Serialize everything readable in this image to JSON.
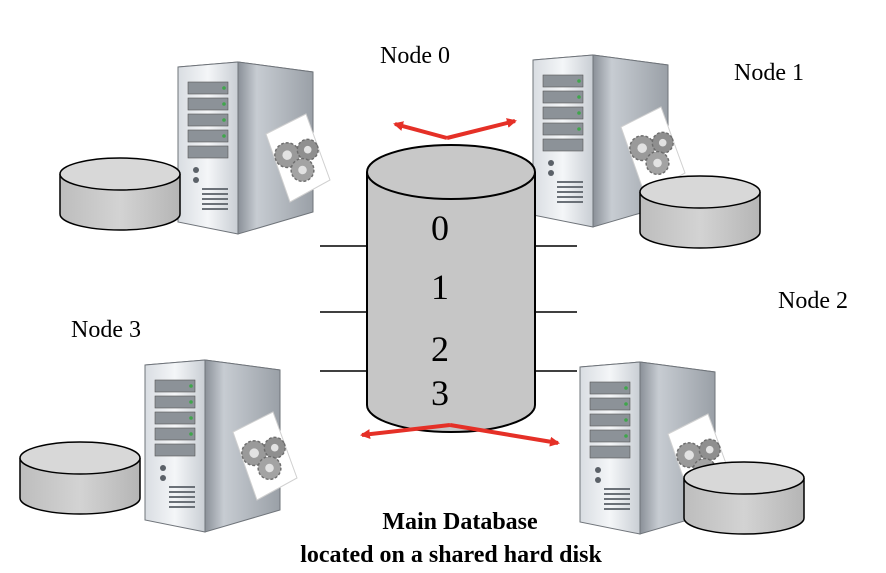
{
  "nodes": [
    {
      "label": "Node 0"
    },
    {
      "label": "Node 1"
    },
    {
      "label": "Node 2"
    },
    {
      "label": "Node 3"
    }
  ],
  "database": {
    "partitions": [
      "0",
      "1",
      "2",
      "3"
    ]
  },
  "caption": {
    "line1": "Main Database",
    "line2": "located on a shared hard disk"
  },
  "colors": {
    "arrow": "#e53027",
    "disk_fill": "#c6c6c6",
    "outline": "#000000"
  }
}
